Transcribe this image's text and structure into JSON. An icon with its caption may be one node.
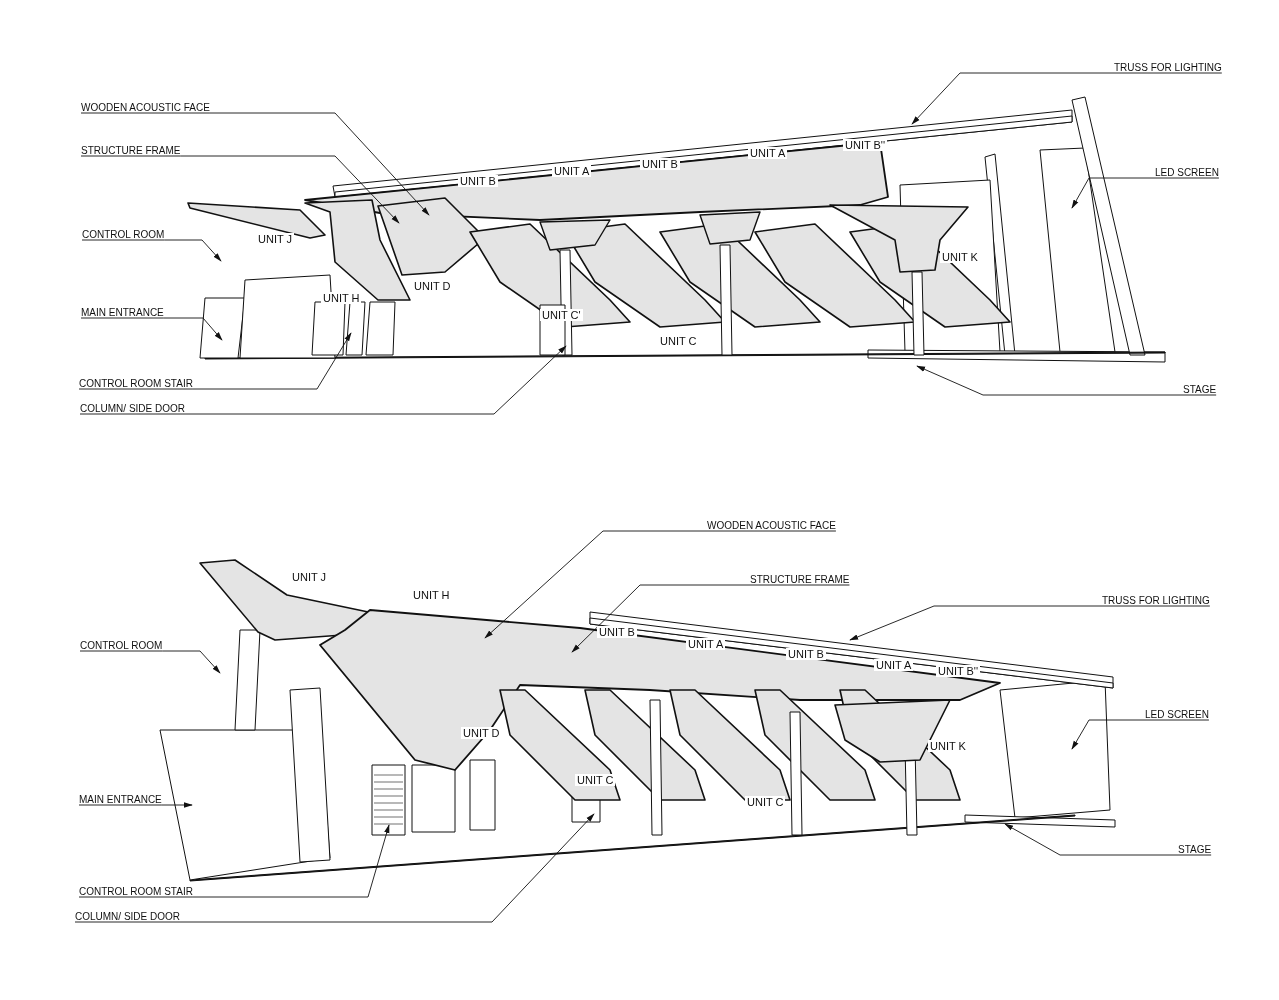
{
  "diagram": {
    "nodes": [
      {
        "text": [
          "WOODEN ACOUSTIC FACE"
        ]
      },
      {
        "text": [
          "STRUCTURE FRAME"
        ]
      },
      {
        "text": [
          "CONTROL ROOM"
        ]
      },
      {
        "text": [
          "MAIN ENTRANCE"
        ]
      },
      {
        "text": [
          "CONTROL ROOM STAIR"
        ]
      },
      {
        "text": [
          "COLUMN/ SIDE DOOR"
        ]
      },
      {
        "text": [
          "TRUSS FOR LIGHTING"
        ]
      },
      {
        "text": [
          "LED SCREEN"
        ]
      },
      {
        "text": [
          "STAGE"
        ]
      },
      {
        "text": [
          "WOODEN ACOUSTIC FACE"
        ]
      },
      {
        "text": [
          "STRUCTURE FRAME"
        ]
      },
      {
        "text": [
          "TRUSS FOR LIGHTING"
        ]
      },
      {
        "text": [
          "LED SCREEN"
        ]
      },
      {
        "text": [
          "STAGE"
        ]
      },
      {
        "text": [
          "CONTROL ROOM"
        ]
      },
      {
        "text": [
          "MAIN ENTRANCE"
        ]
      },
      {
        "text": [
          "CONTROL ROOM STAIR"
        ]
      },
      {
        "text": [
          "COLUMN/ SIDE DOOR"
        ]
      }
    ],
    "edges": [
      {
        "from": 0,
        "to": null,
        "arrow": "to"
      },
      {
        "from": 1,
        "to": null,
        "arrow": "to"
      },
      {
        "from": 2,
        "to": null,
        "arrow": "to"
      },
      {
        "from": 3,
        "to": null,
        "arrow": "to"
      },
      {
        "from": 4,
        "to": null,
        "arrow": "to"
      },
      {
        "from": 5,
        "to": null,
        "arrow": "to"
      },
      {
        "from": 6,
        "to": null,
        "arrow": "to"
      },
      {
        "from": 7,
        "to": null,
        "arrow": "to"
      },
      {
        "from": 8,
        "to": null,
        "arrow": "to"
      },
      {
        "from": 9,
        "to": null,
        "arrow": "to"
      },
      {
        "from": 10,
        "to": null,
        "arrow": "to"
      },
      {
        "from": 11,
        "to": null,
        "arrow": "to"
      },
      {
        "from": 12,
        "to": null,
        "arrow": "to"
      },
      {
        "from": 13,
        "to": null,
        "arrow": "to"
      },
      {
        "from": 14,
        "to": null,
        "arrow": "to"
      },
      {
        "from": 15,
        "to": null,
        "arrow": "to"
      },
      {
        "from": 16,
        "to": null,
        "arrow": "to"
      },
      {
        "from": 17,
        "to": null,
        "arrow": "to"
      }
    ],
    "labels": [
      "UNIT B''",
      "UNIT A",
      "UNIT B",
      "UNIT A",
      "UNIT B",
      "UNIT J",
      "UNIT K",
      "UNIT D",
      "UNIT H",
      "UNIT C'",
      "UNIT C",
      "UNIT J",
      "UNIT H",
      "UNIT B",
      "UNIT A",
      "UNIT B",
      "UNIT A",
      "UNIT B''",
      "UNIT D",
      "UNIT K",
      "UNIT C",
      "UNIT C"
    ]
  }
}
